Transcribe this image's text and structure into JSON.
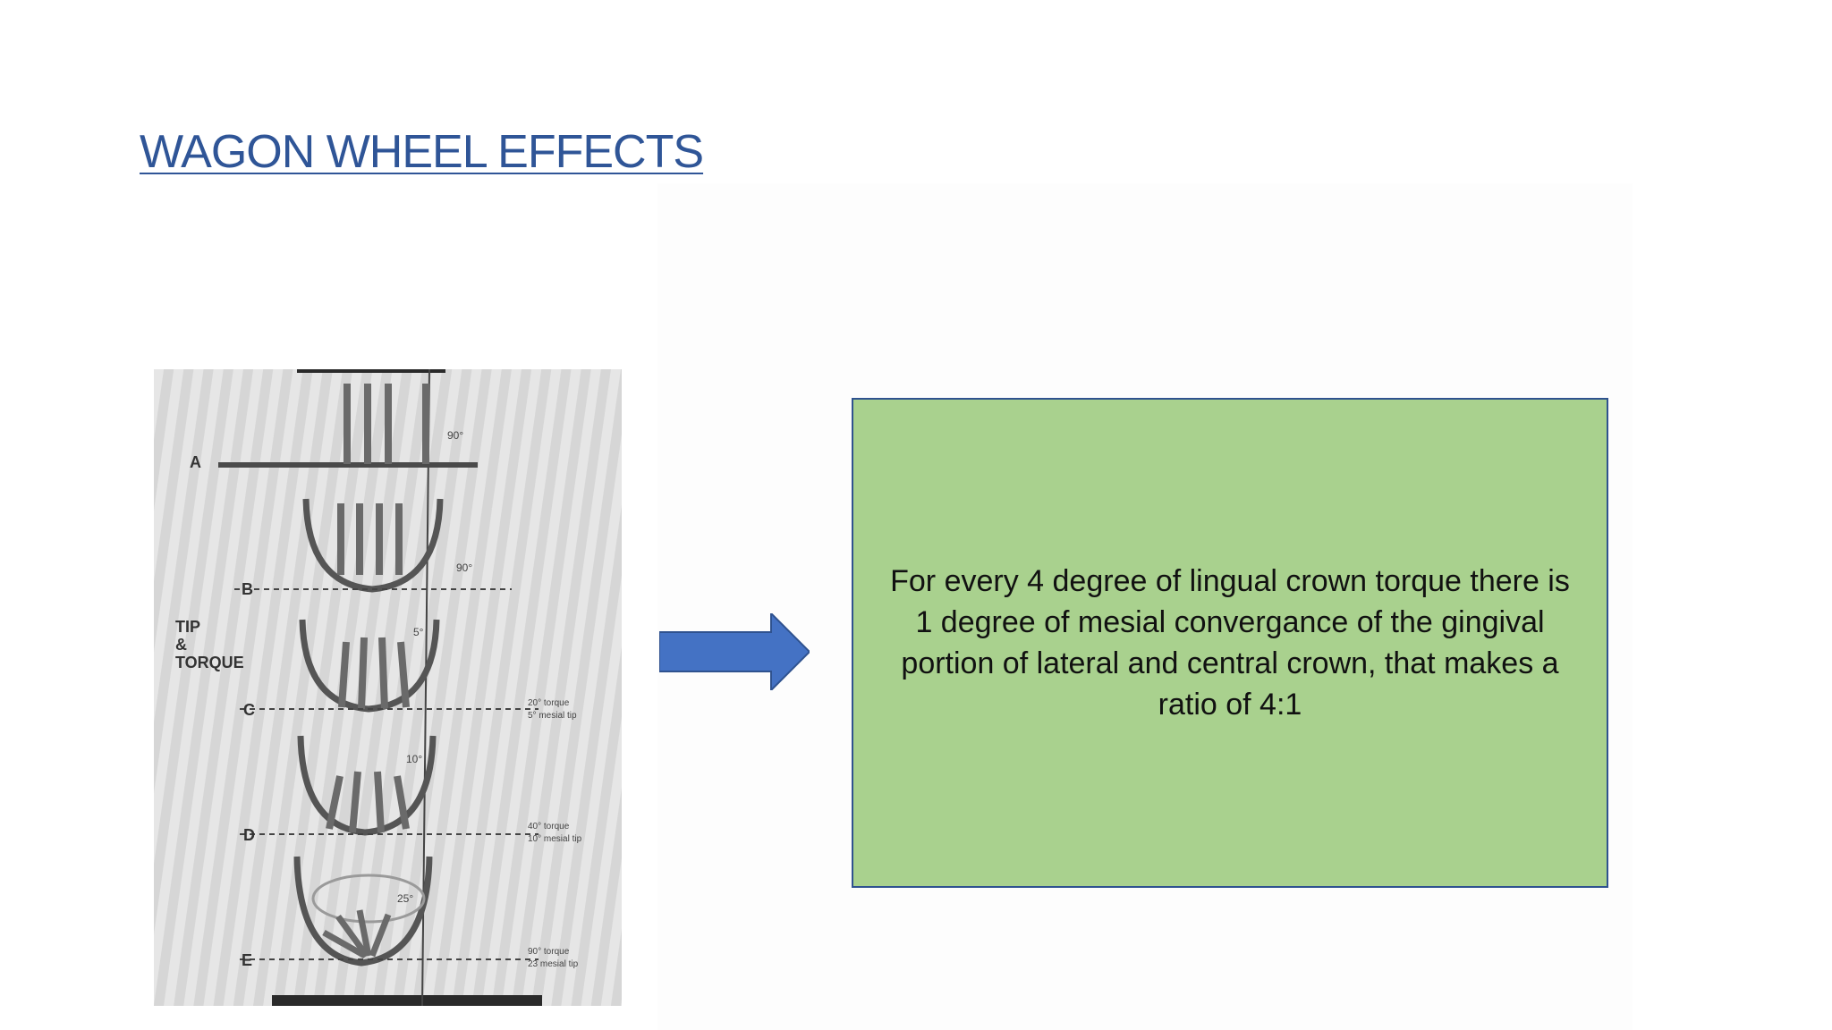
{
  "slide": {
    "title": "WAGON WHEEL EFFECTS",
    "callout_text": "For every  4 degree of lingual crown torque there is\n1 degree of mesial  convergance  of the gingival\nportion of lateral and central crown, that makes a\nratio of 4:1",
    "colors": {
      "title": "#2f5597",
      "callout_fill": "#a9d18e",
      "callout_border": "#2f528f",
      "arrow": "#4472c4"
    }
  },
  "figure": {
    "side_label_lines": [
      "TIP",
      "&",
      "TORQUE"
    ],
    "row_labels": [
      "A",
      "B",
      "C",
      "D",
      "E"
    ],
    "angle_labels": [
      "90°",
      "90°",
      "5°",
      "10°",
      "25°"
    ],
    "notes": [
      {
        "top": "20° torque",
        "bottom": "5° mesial tip"
      },
      {
        "top": "40° torque",
        "bottom": "10° mesial tip"
      },
      {
        "top": "90° torque",
        "bottom": "23 mesial tip"
      }
    ]
  }
}
